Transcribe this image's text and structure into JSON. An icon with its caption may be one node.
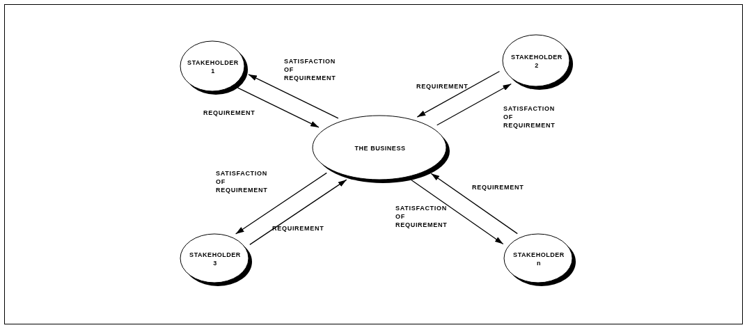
{
  "diagram": {
    "nodes": [
      {
        "text": [
          "STAKEHOLDER 1"
        ]
      },
      {
        "text": [
          "STAKEHOLDER 2"
        ]
      },
      {
        "text": [
          "THE BUSINESS"
        ]
      },
      {
        "text": [
          "STAKEHOLDER 3"
        ]
      },
      {
        "text": [
          "STAKEHOLDER n"
        ]
      }
    ],
    "edges": [
      {
        "from": 0,
        "to": 2,
        "arrow": "to",
        "label": "REQUIREMENT"
      },
      {
        "from": 2,
        "to": 0,
        "arrow": "to",
        "label": "SATISFACTION OF REQUIREMENT"
      },
      {
        "from": 1,
        "to": 2,
        "arrow": "to",
        "label": "REQUIREMENT"
      },
      {
        "from": 2,
        "to": 1,
        "arrow": "to",
        "label": "SATISFACTION OF REQUIREMENT"
      },
      {
        "from": 2,
        "to": 3,
        "arrow": "to",
        "label": "SATISFACTION OF REQUIREMENT"
      },
      {
        "from": 3,
        "to": 2,
        "arrow": "to",
        "label": "REQUIREMENT"
      },
      {
        "from": 2,
        "to": 4,
        "arrow": "to",
        "label": "SATISFACTION OF REQUIREMENT"
      },
      {
        "from": 4,
        "to": 2,
        "arrow": "to",
        "label": "REQUIREMENT"
      }
    ]
  }
}
